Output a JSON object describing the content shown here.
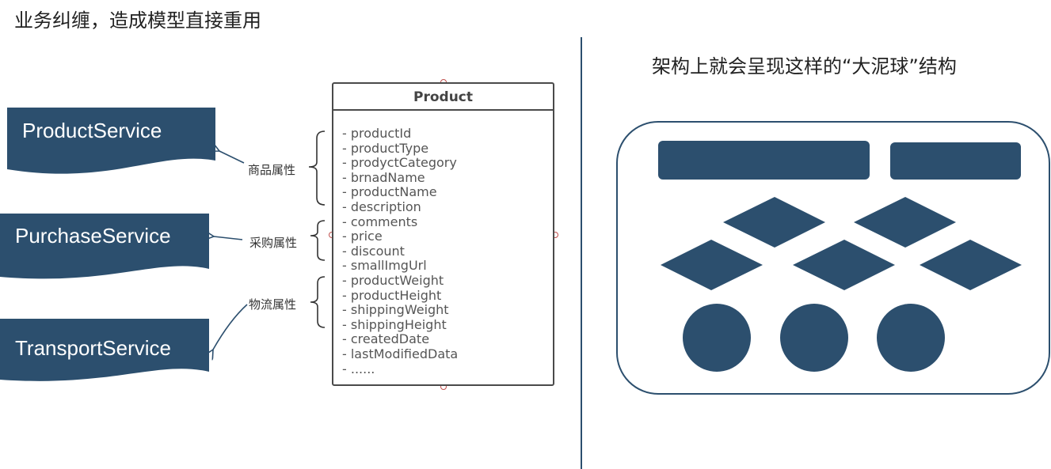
{
  "title_left": "业务纠缠，造成模型直接重用",
  "title_right": "架构上就会呈现这样的“大泥球”结构",
  "services": [
    {
      "label": "ProductService"
    },
    {
      "label": "PurchaseService"
    },
    {
      "label": "TransportService"
    }
  ],
  "product_class": {
    "name": "Product",
    "fields": [
      "- productId",
      "- productType",
      "- prodyctCategory",
      "- brnadName",
      "- productName",
      "- description",
      "- comments",
      "- price",
      "- discount",
      "- smallImgUrl",
      "- productWeight",
      "- productHeight",
      "- shippingWeight",
      "- shippingHeight",
      "- createdDate",
      "- lastModifiedData",
      "- ......"
    ]
  },
  "groups": [
    {
      "label": "商品属性"
    },
    {
      "label": "采购属性"
    },
    {
      "label": "物流属性"
    }
  ],
  "colors": {
    "shape_fill": "#2c4f6e",
    "shape_stroke": "#2c4f6e",
    "box_border": "#4a4a4a",
    "handle": "#c0504d"
  }
}
